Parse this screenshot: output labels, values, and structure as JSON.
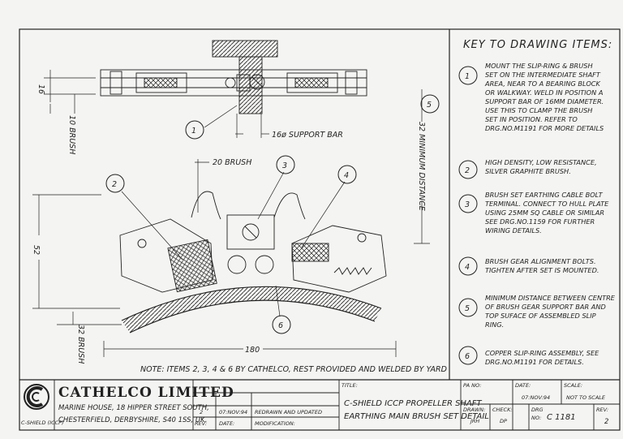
{
  "key": {
    "title": "KEY TO DRAWING ITEMS:",
    "items": [
      {
        "num": "1",
        "lines": [
          "MOUNT THE SLIP-RING & BRUSH",
          "SET ON THE INTERMEDIATE SHAFT",
          "AREA, NEAR TO A BEARING BLOCK",
          "OR WALKWAY. WELD IN POSITION A",
          "SUPPORT BAR OF 16MM DIAMETER.",
          "USE THIS TO CLAMP THE BRUSH",
          "SET IN POSITION. REFER TO",
          "DRG.NO.M1191 FOR MORE DETAILS"
        ]
      },
      {
        "num": "2",
        "lines": [
          "HIGH DENSITY, LOW RESISTANCE,",
          "SILVER GRAPHITE BRUSH."
        ]
      },
      {
        "num": "3",
        "lines": [
          "BRUSH SET EARTHING CABLE BOLT",
          "TERMINAL. CONNECT TO HULL PLATE",
          "USING 25MM SQ CABLE OR SIMILAR",
          "SEE DRG.NO.1159 FOR FURTHER",
          "WIRING DETAILS."
        ]
      },
      {
        "num": "4",
        "lines": [
          "BRUSH GEAR ALIGNMENT BOLTS.",
          "TIGHTEN AFTER SET IS MOUNTED."
        ]
      },
      {
        "num": "5",
        "lines": [
          "MINIMUM DISTANCE BETWEEN CENTRE",
          "OF BRUSH GEAR SUPPORT BAR AND",
          "TOP SUFACE OF ASSEMBLED SLIP",
          "RING."
        ]
      },
      {
        "num": "6",
        "lines": [
          "COPPER SLIP-RING ASSEMBLY, SEE",
          "DRG.NO.M1191 FOR DETAILS."
        ]
      }
    ]
  },
  "drawing": {
    "dim_16": "16",
    "dim_10_brush": "10 BRUSH",
    "support_bar": "16ø SUPPORT BAR",
    "dim_20_brush": "20 BRUSH",
    "dim_32_min": "32 MINIMUM DISTANCE",
    "dim_52": "52",
    "dim_32_brush": "32 BRUSH",
    "dim_180": "180",
    "note": "NOTE: ITEMS 2, 3, 4 & 6 BY CATHELCO, REST PROVIDED AND WELDED BY YARD",
    "balloons": [
      "1",
      "2",
      "3",
      "4",
      "5",
      "6"
    ]
  },
  "title_block": {
    "company": "CATHELCO LIMITED",
    "address_line1": "MARINE HOUSE, 18 HIPPER STREET SOUTH,",
    "address_line2": "CHESTERFIELD, DERBYSHIRE, S40 1SS, UK.",
    "logo_caption": "C-SHIELD (ICCP)",
    "rev_num": "2",
    "rev_date": "07:NOV:94",
    "rev_mod": "REDRAWN AND UPDATED",
    "rev_label": "REV:",
    "date_label": "DATE:",
    "mod_label": "MODIFICATION:",
    "title_label": "TITLE:",
    "title_line1": "C-SHIELD ICCP PROPELLER SHAFT",
    "title_line2": "EARTHING MAIN BRUSH SET DETAIL",
    "pa_label": "PA NO:",
    "date_hdr": "DATE:",
    "date_val": "07:NOV:94",
    "scale_label": "SCALE:",
    "scale_val": "NOT TO SCALE",
    "drawn_label": "DRAWN:",
    "drawn_val": "JRH",
    "check_label": "CHECK:",
    "check_val": "DP",
    "drg_label": "DRG",
    "drg_no_label": "NO:",
    "drg_val": "C 1181",
    "rev_hdr": "REV:",
    "rev_val": "2"
  }
}
